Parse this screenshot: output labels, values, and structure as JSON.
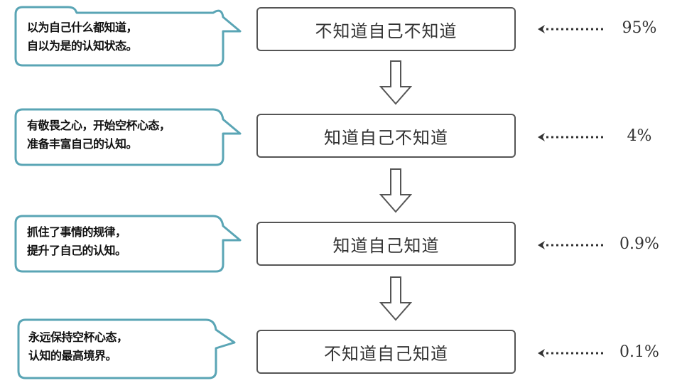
{
  "colors": {
    "callout_border": "#5aa5b5",
    "box_border": "#555555",
    "text": "#333333"
  },
  "stages": [
    {
      "label": "不知道自己不知道",
      "percent": "95%",
      "callout": [
        "以为自己什么都知道，",
        "自以为是的认知状态。"
      ]
    },
    {
      "label": "知道自己不知道",
      "percent": "4%",
      "callout": [
        "有敬畏之心，开始空杯心态，",
        "准备丰富自己的认知。"
      ]
    },
    {
      "label": "知道自己知道",
      "percent": "0.9%",
      "callout": [
        "抓住了事情的规律，",
        "提升了自己的认知。"
      ]
    },
    {
      "label": "不知道自己知道",
      "percent": "0.1%",
      "callout": [
        "永远保持空杯心态，",
        "认知的最高境界。"
      ]
    }
  ]
}
